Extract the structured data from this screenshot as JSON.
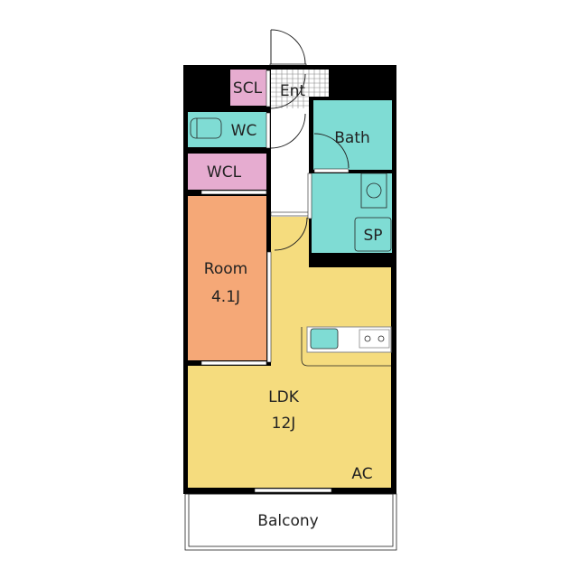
{
  "colors": {
    "wall": "#000000",
    "ldk": "#f5dc7e",
    "room": "#f5a877",
    "wet": "#7fdcd4",
    "closet": "#e6acd0",
    "white": "#ffffff"
  },
  "rooms": {
    "scl": "SCL",
    "ent": "Ent",
    "wc": "WC",
    "wcl": "WCL",
    "bath": "Bath",
    "sp": "SP",
    "room_name": "Room",
    "room_size": "4.1J",
    "ldk_name": "LDK",
    "ldk_size": "12J",
    "ac": "AC",
    "balcony": "Balcony"
  }
}
